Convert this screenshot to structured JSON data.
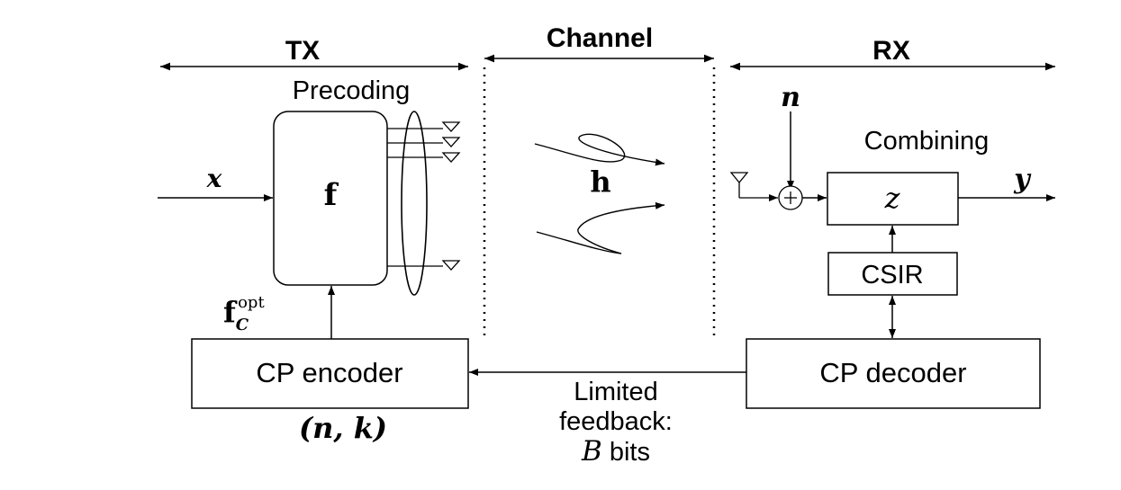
{
  "sections": {
    "tx": "TX",
    "channel": "Channel",
    "rx": "RX"
  },
  "labels": {
    "precoding": "Precoding",
    "combining": "Combining",
    "input_symbol": "x",
    "precoder": "f",
    "channel_vector": "h",
    "noise": "n",
    "combiner": "z",
    "output_symbol": "y",
    "csir": "CSIR",
    "cp_encoder": "CP encoder",
    "cp_decoder": "CP decoder",
    "code_params": "(n, k)",
    "precoder_opt_base": "f",
    "precoder_opt_sub": "C",
    "precoder_opt_sup": "opt",
    "feedback_line1": "Limited",
    "feedback_line2": "feedback:",
    "feedback_bits_var": "B",
    "feedback_bits_unit": " bits"
  }
}
